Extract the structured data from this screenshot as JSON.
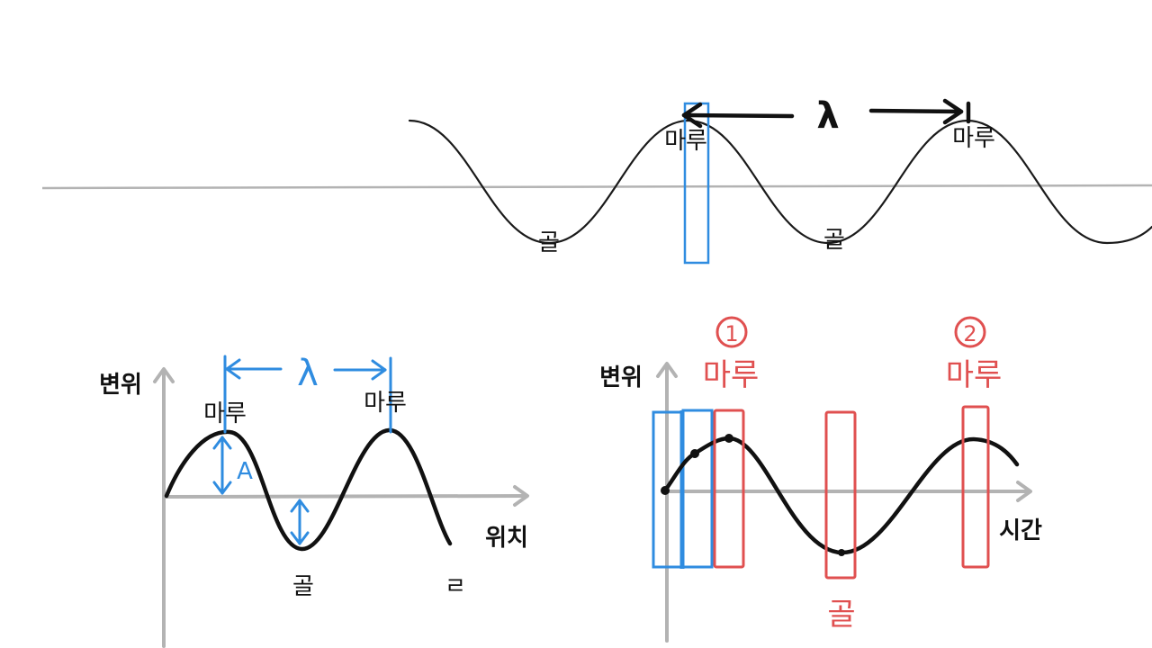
{
  "colors": {
    "ink": "#111111",
    "axis": "#b3b3b3",
    "blue": "#2f8ce0",
    "red": "#e05050"
  },
  "top_wave": {
    "crest_label_1": "마루",
    "crest_label_2": "마루",
    "trough_label_1": "골",
    "trough_label_2": "골",
    "wavelength_label": "λ"
  },
  "position_graph": {
    "y_axis_label": "변위",
    "x_axis_label": "위치",
    "crest_label_1": "마루",
    "crest_label_2": "마루",
    "trough_label": "골",
    "end_mark": "ㄹ",
    "wavelength_label": "λ",
    "amplitude_label": "A"
  },
  "time_graph": {
    "y_axis_label": "변위",
    "x_axis_label": "시간",
    "marker_1": "1",
    "marker_2": "2",
    "crest_label_1": "마루",
    "crest_label_2": "마루",
    "trough_label": "골"
  }
}
